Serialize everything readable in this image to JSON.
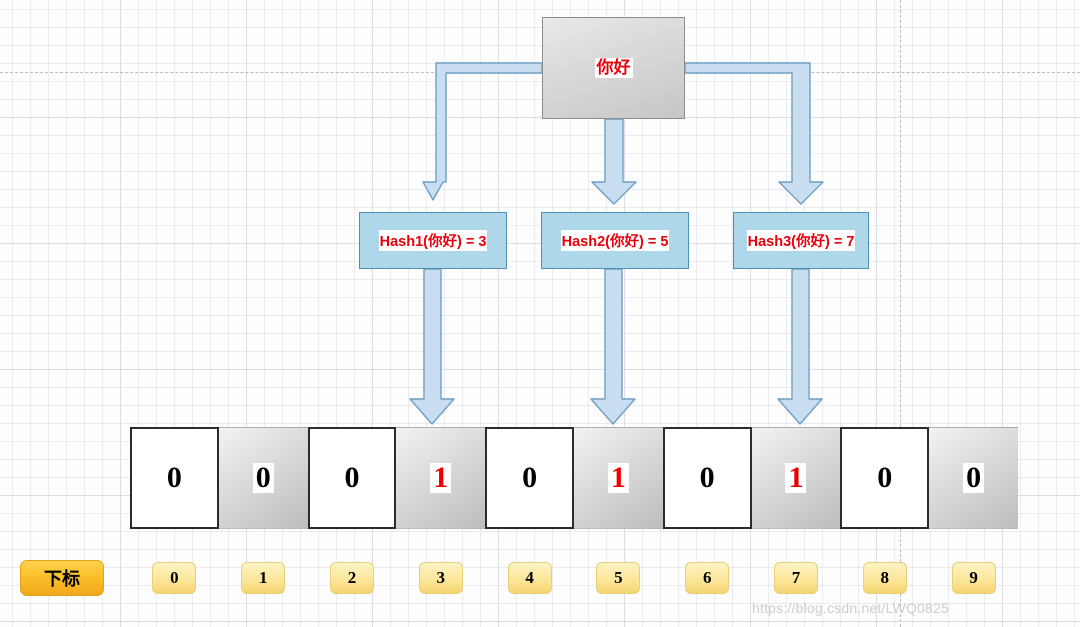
{
  "diagram": {
    "title_note": "Bloom filter insertion diagram",
    "source_node": {
      "label": "你好",
      "text_color": "#e8000b"
    },
    "hash_nodes": [
      {
        "name": "hash1",
        "label": "Hash1(你好) = 3",
        "result_index": 3
      },
      {
        "name": "hash2",
        "label": "Hash2(你好) = 5",
        "result_index": 5
      },
      {
        "name": "hash3",
        "label": "Hash3(你好) = 7",
        "result_index": 7
      }
    ],
    "bit_array": {
      "cells": [
        {
          "value": "0",
          "set": false,
          "style": "white"
        },
        {
          "value": "0",
          "set": false,
          "style": "gray"
        },
        {
          "value": "0",
          "set": false,
          "style": "white"
        },
        {
          "value": "1",
          "set": true,
          "style": "gray"
        },
        {
          "value": "0",
          "set": false,
          "style": "white"
        },
        {
          "value": "1",
          "set": true,
          "style": "gray"
        },
        {
          "value": "0",
          "set": false,
          "style": "white"
        },
        {
          "value": "1",
          "set": true,
          "style": "gray"
        },
        {
          "value": "0",
          "set": false,
          "style": "white"
        },
        {
          "value": "0",
          "set": false,
          "style": "gray"
        }
      ],
      "set_color": "#ee0000",
      "unset_color": "#000000"
    },
    "index_row": {
      "label": "下标",
      "indices": [
        "0",
        "1",
        "2",
        "3",
        "4",
        "5",
        "6",
        "7",
        "8",
        "9"
      ]
    },
    "connectors": {
      "accent_fill": "#c9dff1",
      "accent_stroke": "#6f9fc4"
    }
  },
  "watermark": {
    "text": "https://blog.csdn.net/LWQ0825"
  }
}
